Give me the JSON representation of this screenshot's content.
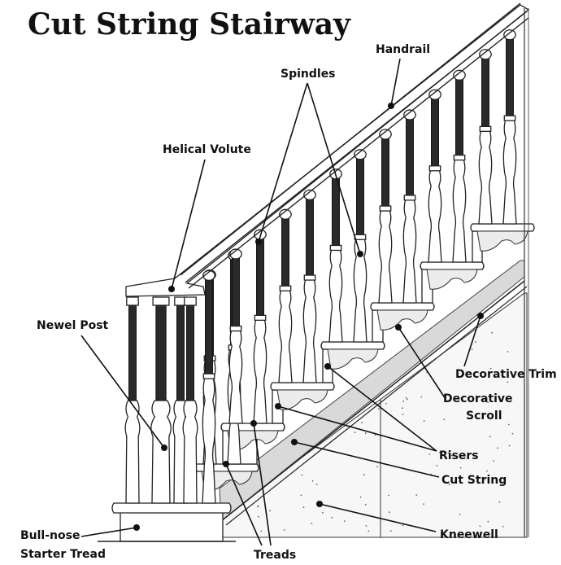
{
  "title": "Cut String Stairway",
  "labels": {
    "handrail": "Handrail",
    "spindles": "Spindles",
    "helical_volute": "Helical Volute",
    "newel_post": "Newel Post",
    "decorative_trim": "Decorative Trim",
    "decorative_scroll_line1": "Decorative",
    "decorative_scroll_line2": "Scroll",
    "risers": "Risers",
    "cut_string": "Cut String",
    "kneewell": "Kneewell",
    "bullnose_line1": "Bull-nose",
    "bullnose_line2": "Starter Tread",
    "treads": "Treads"
  },
  "colors": {
    "ink": "#222222",
    "spindle_dark": "#2a2a2a",
    "string_shade": "#d9d9d9",
    "background": "#ffffff"
  }
}
